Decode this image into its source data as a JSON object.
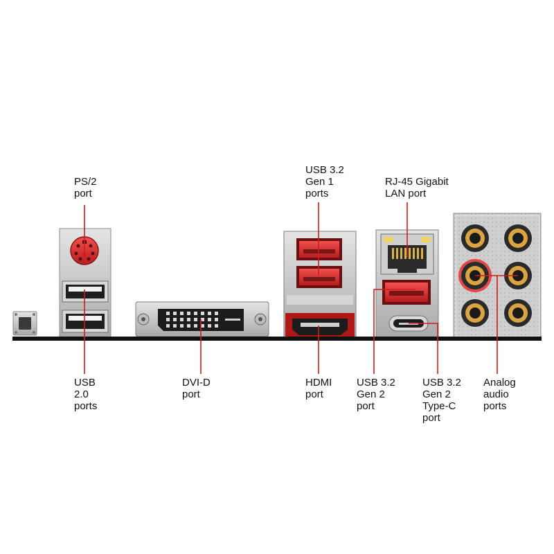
{
  "colors": {
    "accent": "#d11c1c",
    "port_red": "#e23a3a",
    "metal": "#c9c9c9",
    "metal_dark": "#8e8e8e",
    "baseline": "#111111",
    "audio_gold": "#d9a441"
  },
  "labels": {
    "ps2": [
      "PS/2",
      "port"
    ],
    "usb20": [
      "USB",
      "2.0",
      "ports"
    ],
    "dvid": [
      "DVI-D",
      "port"
    ],
    "usb32g1": [
      "USB 3.2",
      "Gen 1",
      "ports"
    ],
    "hdmi": [
      "HDMI",
      "port"
    ],
    "rj45": [
      "RJ-45 Gigabit",
      "LAN port"
    ],
    "usb32g2": [
      "USB 3.2",
      "Gen 2",
      "port"
    ],
    "typec": [
      "USB 3.2",
      "Gen 2",
      "Type-C",
      "port"
    ],
    "audio": [
      "Analog",
      "audio",
      "ports"
    ]
  },
  "icons": {
    "clear_cmos": "clear-cmos-button-icon",
    "ps2": "ps2-connector-icon",
    "usb": "usb-a-port-icon",
    "dvi": "dvi-d-connector-icon",
    "hdmi": "hdmi-port-icon",
    "rj45": "rj45-jack-icon",
    "typec": "usb-type-c-port-icon",
    "audio": "audio-jack-icon"
  }
}
